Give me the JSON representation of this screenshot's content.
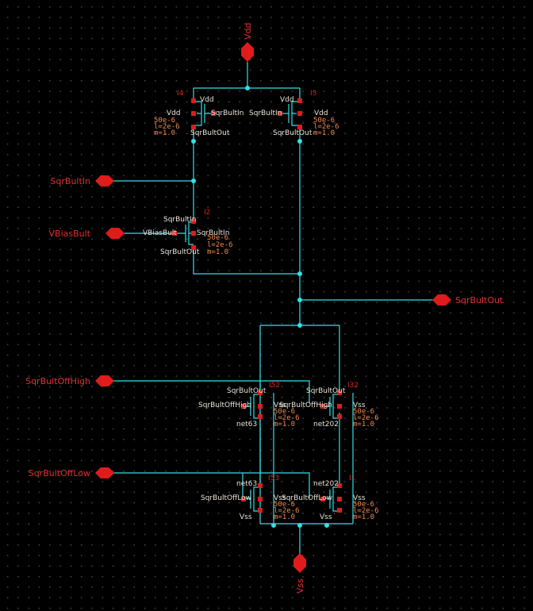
{
  "schematic": {
    "pins": {
      "vdd": "Vdd",
      "vss": "Vss",
      "sqr_in": "SqrBultIn",
      "vbias": "VBiasBult",
      "sqr_out": "SqrBultOut",
      "off_high": "SqrBultOffHigh",
      "off_low": "SqrBultOffLow"
    },
    "instances": {
      "i4": {
        "name": "I4",
        "t_top": "Vdd",
        "t_gate": "SqrBultIn",
        "t_bot": "SqrBultOut",
        "bulk": "Vdd",
        "w": "50e-6",
        "l": "l=2e-6",
        "m": "m=1.0"
      },
      "i3": {
        "name": "I3",
        "t_top": "Vdd",
        "t_gate": "SqrBultIn",
        "t_bot": "SqrBultOut",
        "bulk": "Vdd",
        "w": "50e-6",
        "l": "l=2e-6",
        "m": "m=1.0"
      },
      "i2": {
        "name": "I2",
        "t_top": "SqrBultIn",
        "t_gate": "VBiasBult",
        "t_bot": "SqrBultOut",
        "bulk": "SqrBultIn",
        "w": "50e-6",
        "l": "l=2e-6",
        "m": "m=1.0"
      },
      "i52": {
        "name": "I52",
        "t_top": "SqrBultOut",
        "t_gate": "SqrBultOffHigh",
        "t_bot": "net63",
        "bulk": "Vss",
        "w": "50e-6",
        "l": "l=2e-6",
        "m": "m=1.0"
      },
      "i32": {
        "name": "I32",
        "t_top": "SqrBultOut",
        "t_gate": "SqrBultOffHigh",
        "t_bot": "net202",
        "bulk": "Vss",
        "w": "50e-6",
        "l": "l=2e-6",
        "m": "m=1.0"
      },
      "i53": {
        "name": "I53",
        "t_top": "net63",
        "t_gate": "SqrBultOffLow",
        "t_bot": "Vss",
        "bulk": "Vss",
        "w": "50e-6",
        "l": "l=2e-6",
        "m": "m=1.0"
      },
      "i1": {
        "name": "I1",
        "t_top": "net202",
        "t_gate": "SqrBultOffLow",
        "t_bot": "Vss",
        "bulk": "Vss",
        "w": "50e-6",
        "l": "l=2e-6",
        "m": "m=1.0"
      }
    }
  }
}
